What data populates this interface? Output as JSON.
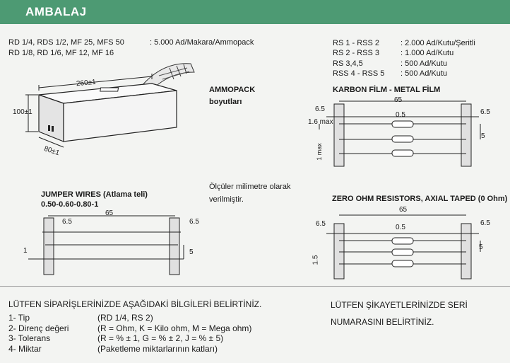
{
  "header": {
    "title": "AMBALAJ",
    "color": "#4d9a73"
  },
  "packaging": {
    "line1": "RD 1/4, RDS 1/2, MF 25, MFS 50",
    "line1_qty": ": 5.000  Ad/Makara/Ammopack",
    "line2": "RD 1/8, RD 1/6, MF 12, MF 16"
  },
  "rs_table": [
    {
      "name": "RS 1 - RSS 2",
      "qty": ": 2.000 Ad/Kutu/Şeritli"
    },
    {
      "name": "RS 2 - RSS 3",
      "qty": ": 1.000 Ad/Kutu"
    },
    {
      "name": "RS 3,4,5",
      "qty": ":     500 Ad/Kutu"
    },
    {
      "name": "RSS 4 - RSS 5",
      "qty": ":     500 Ad/Kutu"
    }
  ],
  "ammopack": {
    "title": "AMMOPACK",
    "subtitle": "boyutları",
    "dim_length": "260±1",
    "dim_height": "100±1",
    "dim_width": "80±1"
  },
  "karbon": {
    "title": "KARBON FİLM - METAL FİLM",
    "d65": "65",
    "d65l": "6.5",
    "d65r": "6.5",
    "d05": "0.5",
    "d16": "1.6 max",
    "d5": "5",
    "d1max": "1 max"
  },
  "note": {
    "line1": "Ölçüler milimetre olarak",
    "line2": "verilmiştir."
  },
  "jumper": {
    "title": "JUMPER WIRES (Atlama teli)",
    "subtitle": "0.50-0.60-0.80-1",
    "d65": "65",
    "d65l": "6.5",
    "d65r": "6.5",
    "d1": "1",
    "d5": "5"
  },
  "zero": {
    "title": "ZERO OHM RESISTORS, AXIAL TAPED (0 Ohm)",
    "d65": "65",
    "d65l": "6.5",
    "d65r": "6.5",
    "d05": "0.5",
    "d5": "5",
    "d15": "1.5"
  },
  "order": {
    "title": "LÜTFEN SİPARİŞLERİNİZDE AŞAĞIDAKİ BİLGİLERİ BELİRTİNİZ.",
    "items": [
      {
        "label": "1- Tip",
        "value": "(RD 1/4, RS 2)"
      },
      {
        "label": "2- Direnç değeri",
        "value": "(R = Ohm, K = Kilo ohm, M = Mega ohm)"
      },
      {
        "label": "3- Tolerans",
        "value": "(R = % ± 1, G = % ± 2, J = % ± 5)"
      },
      {
        "label": "4- Miktar",
        "value": "(Paketleme miktarlarının katları)"
      }
    ]
  },
  "complaint": {
    "line1": "LÜTFEN ŞİKAYETLERİNİZDE SERİ",
    "line2": "NUMARASINI BELİRTİNİZ."
  }
}
